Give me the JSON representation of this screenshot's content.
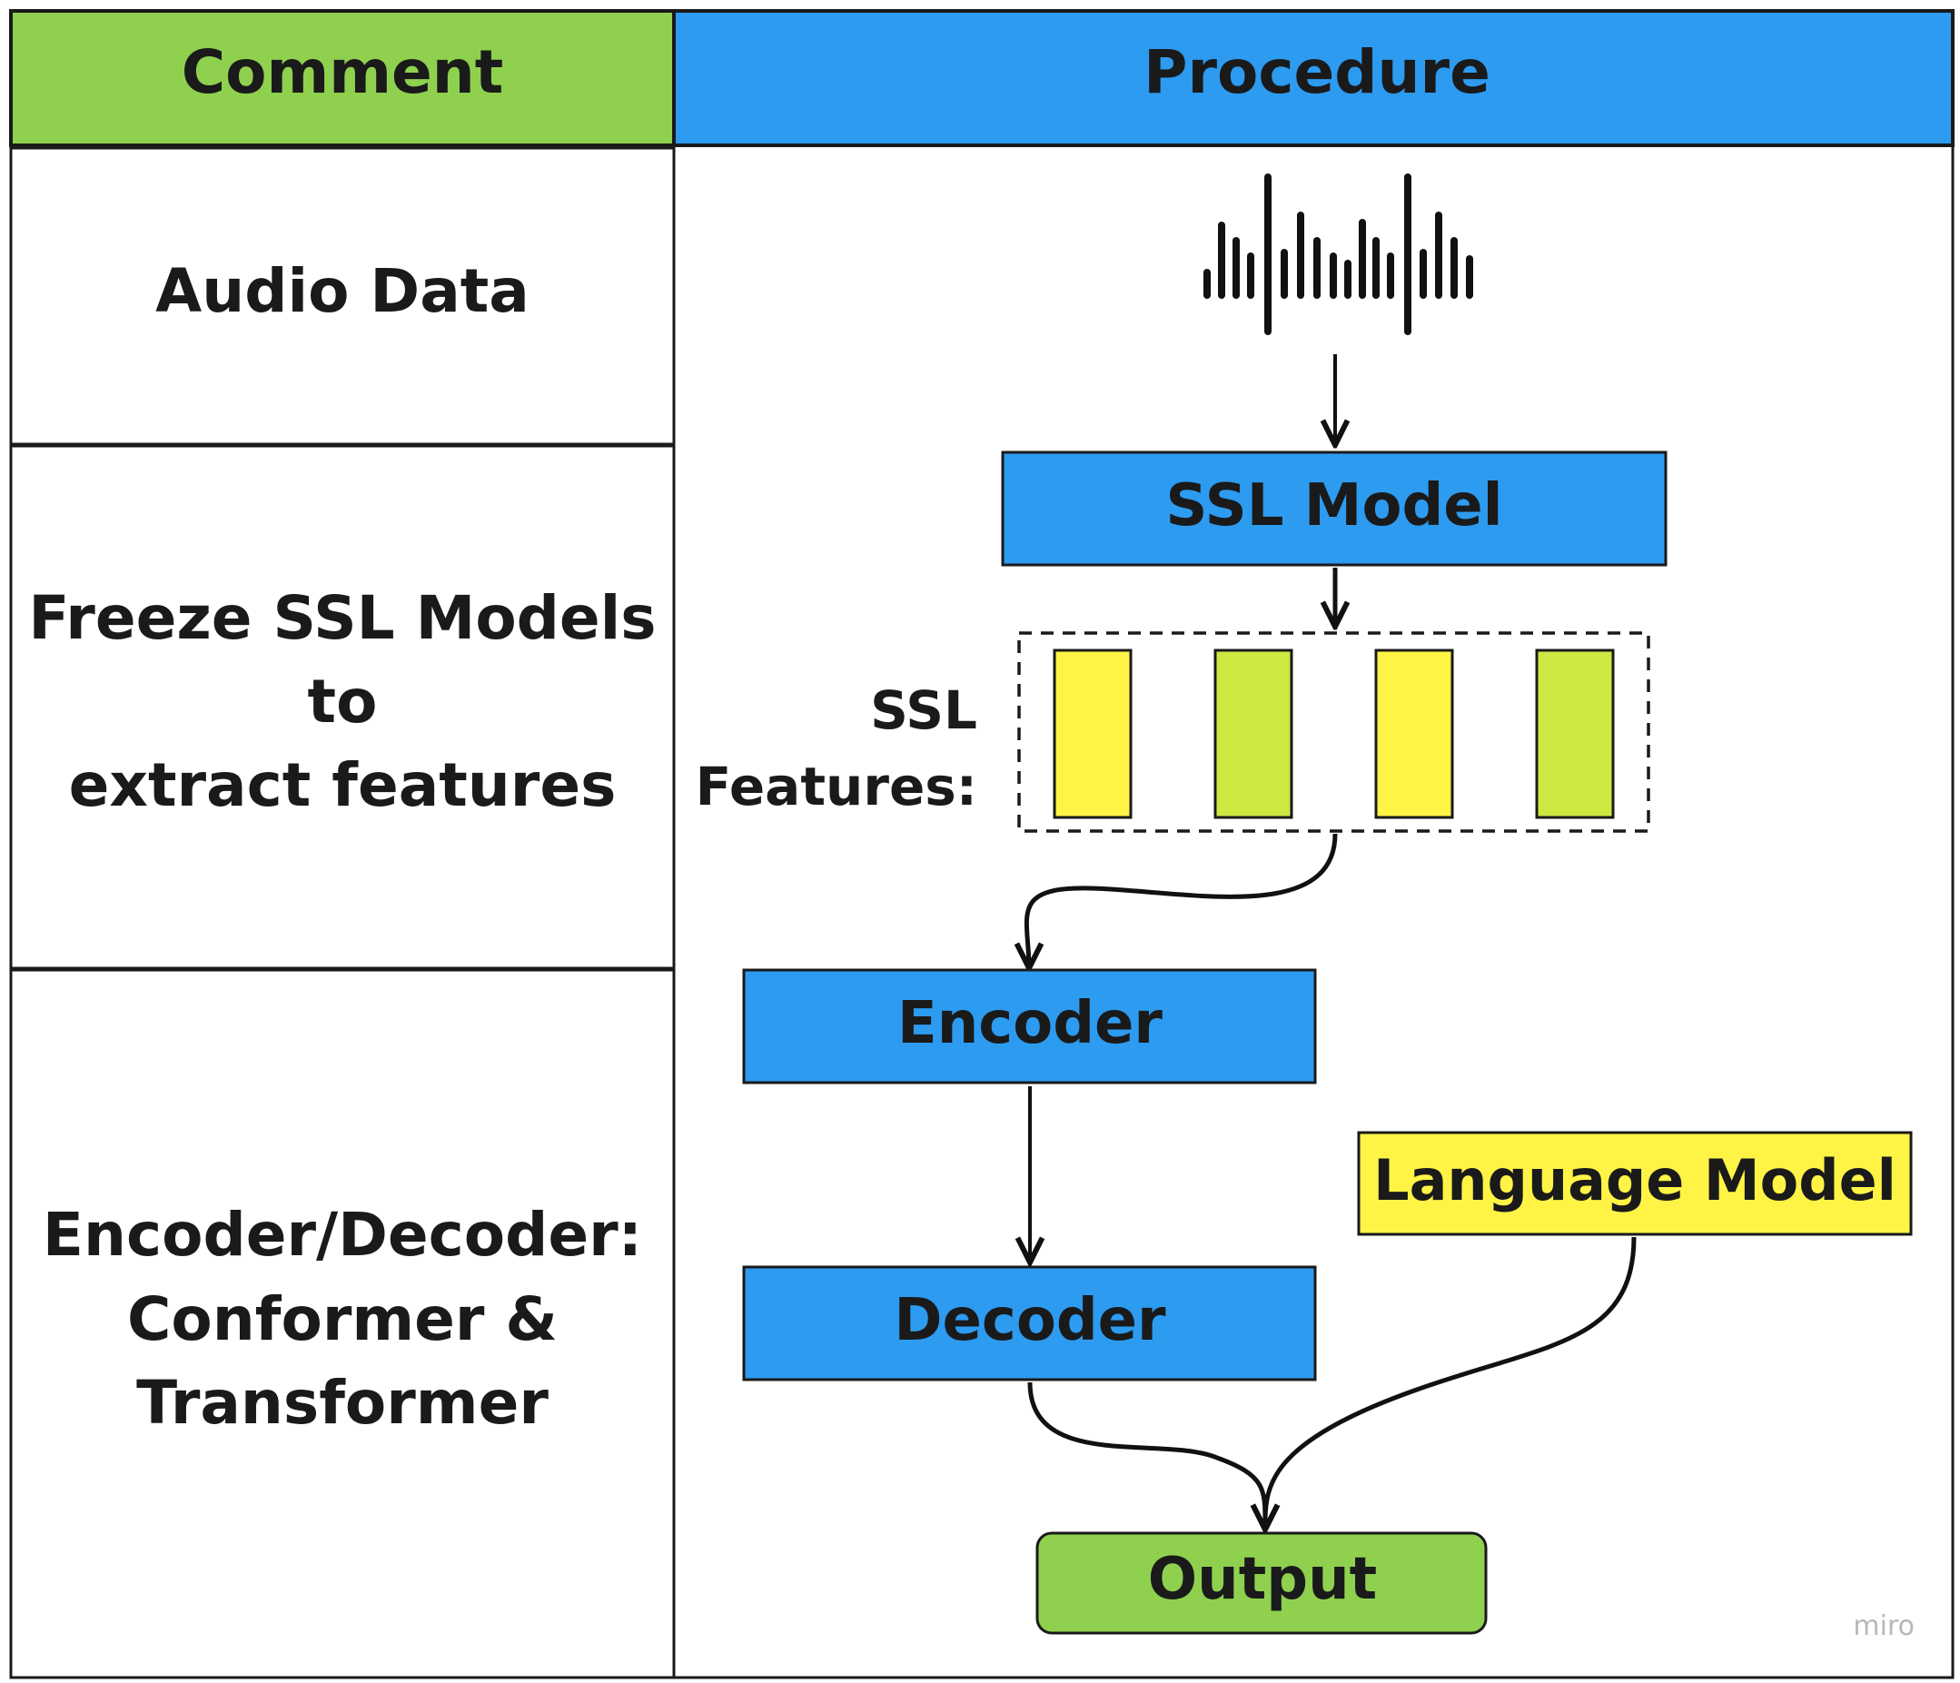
{
  "headers": {
    "comment": "Comment",
    "procedure": "Procedure"
  },
  "comments": {
    "row1": [
      "Audio Data"
    ],
    "row2": [
      "Freeze SSL Models",
      "to",
      "extract features"
    ],
    "row3": [
      "Encoder/Decoder:",
      "Conformer &",
      "Transformer"
    ]
  },
  "procedure": {
    "ssl_model": "SSL Model",
    "ssl_features_label": [
      "SSL",
      "Features:"
    ],
    "encoder": "Encoder",
    "decoder": "Decoder",
    "language_model": "Language Model",
    "output": "Output"
  },
  "feature_bars": [
    "yellow",
    "lime",
    "yellow",
    "lime"
  ],
  "colors": {
    "comment_header": "#8FD14F",
    "procedure_header": "#2D9BF0",
    "blue_box": "#2D9BF0",
    "yellow": "#FFF445",
    "lime": "#CEE741",
    "output_green": "#8FD14F",
    "border": "#1a1a1a"
  },
  "watermark": "miro"
}
